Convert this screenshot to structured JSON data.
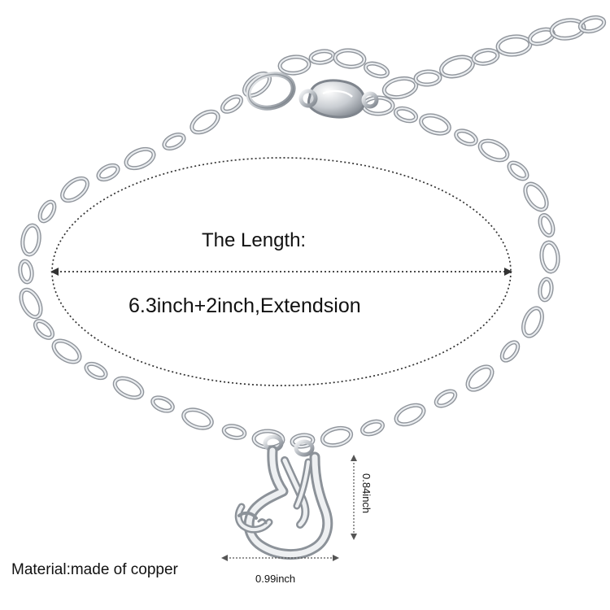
{
  "product_image": {
    "length_heading": "The Length:",
    "length_value": "6.3inch+2inch,Extendsion",
    "material_text": "Material:made of copper",
    "pendant_width": "0.99inch",
    "pendant_height": "0.84inch"
  },
  "colors": {
    "background": "#ffffff",
    "metal_dark": "#8f949b",
    "metal_light": "#e9ecef",
    "dotted_line": "#333333"
  },
  "icons": {
    "chain": "silver-chain-icon",
    "clasp": "lobster-clasp-icon",
    "pendant": "sloth-pendant-icon"
  }
}
